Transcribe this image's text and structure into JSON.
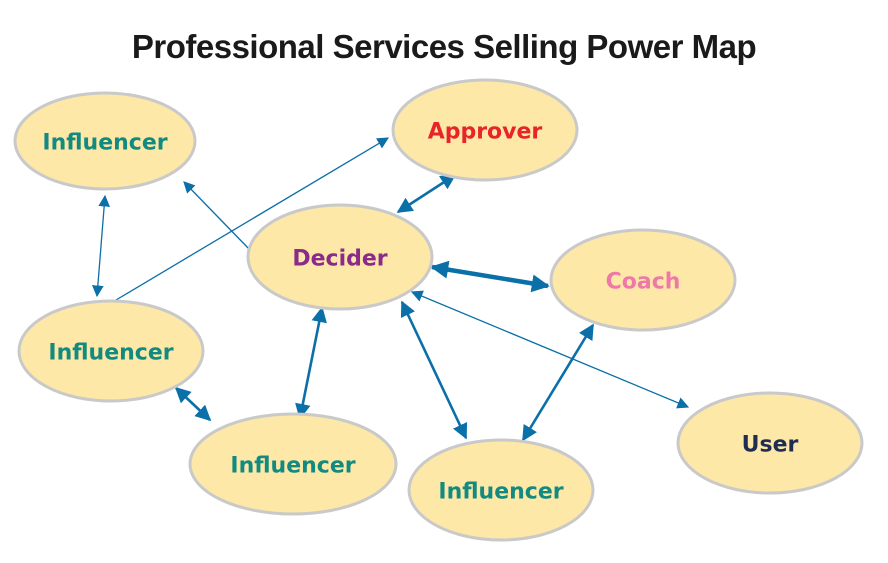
{
  "title": "Professional Services Selling Power Map",
  "colors": {
    "node_fill": "#fde8a8",
    "node_stroke": "#c9c9c9",
    "edge": "#0b6fa8",
    "influencer": "#128a80",
    "approver": "#e8232a",
    "decider": "#8a2a8a",
    "coach": "#ee79a8",
    "user": "#1f2d52"
  },
  "nodes": [
    {
      "id": "influencer-top-left",
      "label": "Influencer",
      "role": "influencer"
    },
    {
      "id": "approver",
      "label": "Approver",
      "role": "approver"
    },
    {
      "id": "decider",
      "label": "Decider",
      "role": "decider"
    },
    {
      "id": "coach",
      "label": "Coach",
      "role": "coach"
    },
    {
      "id": "influencer-mid-left",
      "label": "Influencer",
      "role": "influencer"
    },
    {
      "id": "user",
      "label": "User",
      "role": "user"
    },
    {
      "id": "influencer-bottom-left",
      "label": "Influencer",
      "role": "influencer"
    },
    {
      "id": "influencer-bottom-center",
      "label": "Influencer",
      "role": "influencer"
    }
  ],
  "edges": [
    {
      "from": "decider",
      "to": "approver",
      "direction": "both",
      "weight": "medium"
    },
    {
      "from": "decider",
      "to": "coach",
      "direction": "both",
      "weight": "heavy"
    },
    {
      "from": "decider",
      "to": "influencer-top-left",
      "direction": "to",
      "weight": "light"
    },
    {
      "from": "influencer-mid-left",
      "to": "approver",
      "direction": "to",
      "weight": "light"
    },
    {
      "from": "influencer-top-left",
      "to": "influencer-mid-left",
      "direction": "both",
      "weight": "light"
    },
    {
      "from": "influencer-mid-left",
      "to": "influencer-bottom-left",
      "direction": "both",
      "weight": "medium"
    },
    {
      "from": "decider",
      "to": "influencer-bottom-left",
      "direction": "both",
      "weight": "medium"
    },
    {
      "from": "decider",
      "to": "influencer-bottom-center",
      "direction": "both",
      "weight": "medium"
    },
    {
      "from": "coach",
      "to": "influencer-bottom-center",
      "direction": "both",
      "weight": "medium"
    },
    {
      "from": "decider",
      "to": "user",
      "direction": "both",
      "weight": "light"
    }
  ]
}
